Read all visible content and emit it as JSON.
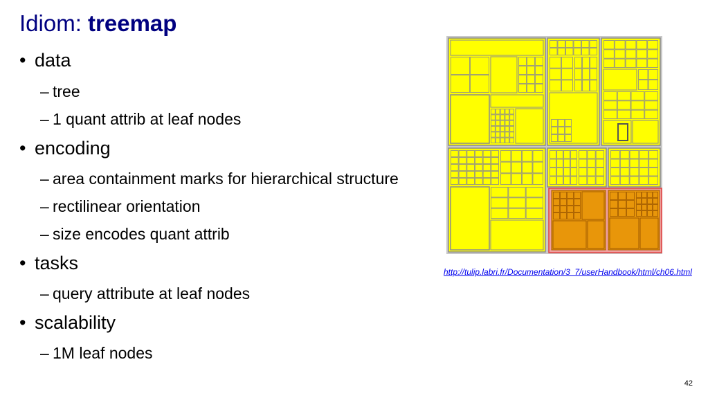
{
  "slide": {
    "title_prefix": "Idiom: ",
    "title_keyword": "treemap",
    "page_number": "42"
  },
  "bullets": {
    "data": {
      "label": "data",
      "items": [
        "tree",
        "1 quant attrib at leaf nodes"
      ]
    },
    "encoding": {
      "label": "encoding",
      "items": [
        "area containment marks for hierarchical structure",
        "rectilinear orientation",
        "size encodes quant attrib"
      ]
    },
    "tasks": {
      "label": "tasks",
      "items": [
        "query attribute at leaf nodes"
      ]
    },
    "scalability": {
      "label": "scalability",
      "items": [
        "1M leaf nodes"
      ]
    }
  },
  "figure": {
    "credit_link": "http://tulip.labri.fr/Documentation/3_7/userHandbook/html/ch06.html",
    "colors": {
      "leaf": "#ffff00",
      "border": "#8c8c8c",
      "background": "#c8c8c8",
      "highlight_fill": "#e8960a",
      "highlight_border": "#e04040",
      "highlight_tint": "#f0a0a0"
    }
  }
}
